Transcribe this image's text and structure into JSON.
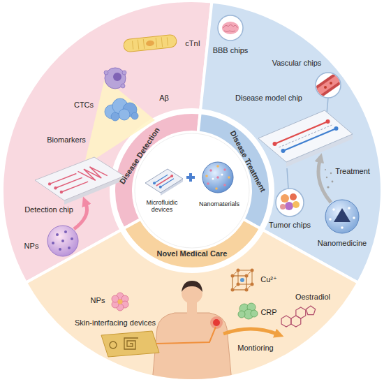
{
  "diagram": {
    "labels": [
      "cTnI",
      "CTCs",
      "Aβ",
      "Biomarkers",
      "Detection chip",
      "NPs",
      "BBB chips",
      "Vascular chips",
      "Disease model chip",
      "Treatment",
      "Tumor chips",
      "Nanomedicine",
      "Disease Detection",
      "Disease Treatment",
      "Microfluidic devices",
      "Nanomaterials",
      "Novel Medical Care",
      "NPs",
      "Skin-interfacing devices",
      "Cu²⁺",
      "CRP",
      "Oestradiol",
      "Montioring"
    ]
  }
}
